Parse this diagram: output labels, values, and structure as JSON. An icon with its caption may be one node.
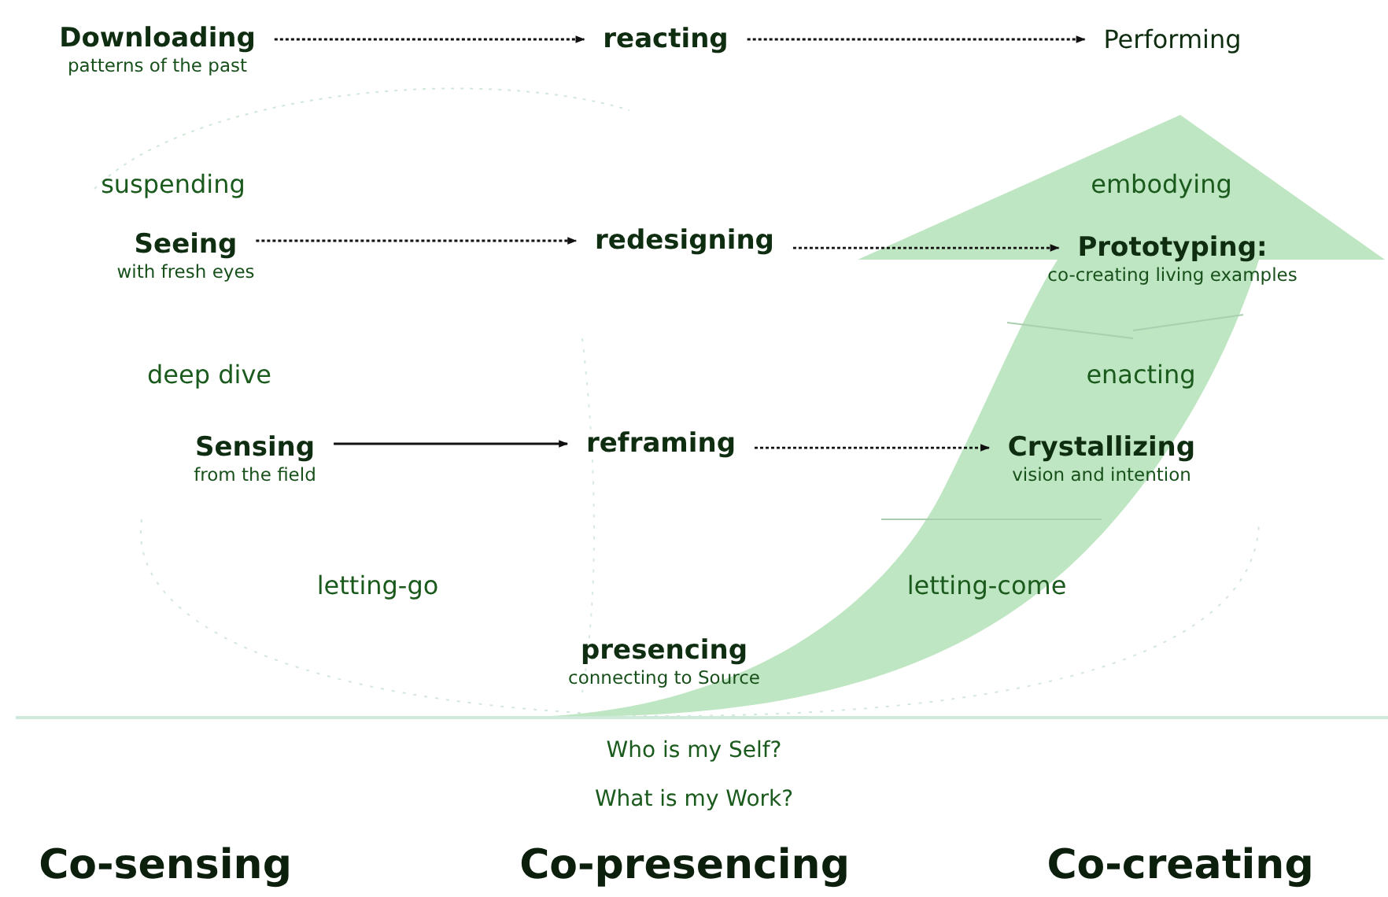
{
  "diagram": {
    "nodes": [
      {
        "text": [
          "Downloading",
          "patterns of the past"
        ]
      },
      {
        "text": [
          "reacting"
        ]
      },
      {
        "text": [
          "Performing"
        ]
      },
      {
        "text": [
          "Seeing",
          "with fresh eyes"
        ]
      },
      {
        "text": [
          "redesigning"
        ]
      },
      {
        "text": [
          "Prototyping:",
          "co-creating living examples"
        ]
      },
      {
        "text": [
          "Sensing",
          "from the field"
        ]
      },
      {
        "text": [
          "reframing"
        ]
      },
      {
        "text": [
          "Crystallizing",
          "vision and intention"
        ]
      },
      {
        "text": [
          "presencing",
          "connecting to Source"
        ]
      }
    ],
    "edges": [
      {
        "from": 0,
        "to": 1,
        "arrow": "to",
        "style": "dashed"
      },
      {
        "from": 1,
        "to": 2,
        "arrow": "to",
        "style": "dashed"
      },
      {
        "from": 3,
        "to": 4,
        "arrow": "to",
        "style": "dashed"
      },
      {
        "from": 4,
        "to": 5,
        "arrow": "to",
        "style": "dashed"
      },
      {
        "from": 6,
        "to": 7,
        "arrow": "to"
      },
      {
        "from": 7,
        "to": 8,
        "arrow": "to",
        "style": "dashed"
      }
    ],
    "labels": [
      "suspending",
      "embodying",
      "deep dive",
      "enacting",
      "letting-go",
      "letting-come",
      "Who is my Self?",
      "What is my Work?",
      "Co-sensing",
      "Co-presencing",
      "Co-creating"
    ]
  }
}
